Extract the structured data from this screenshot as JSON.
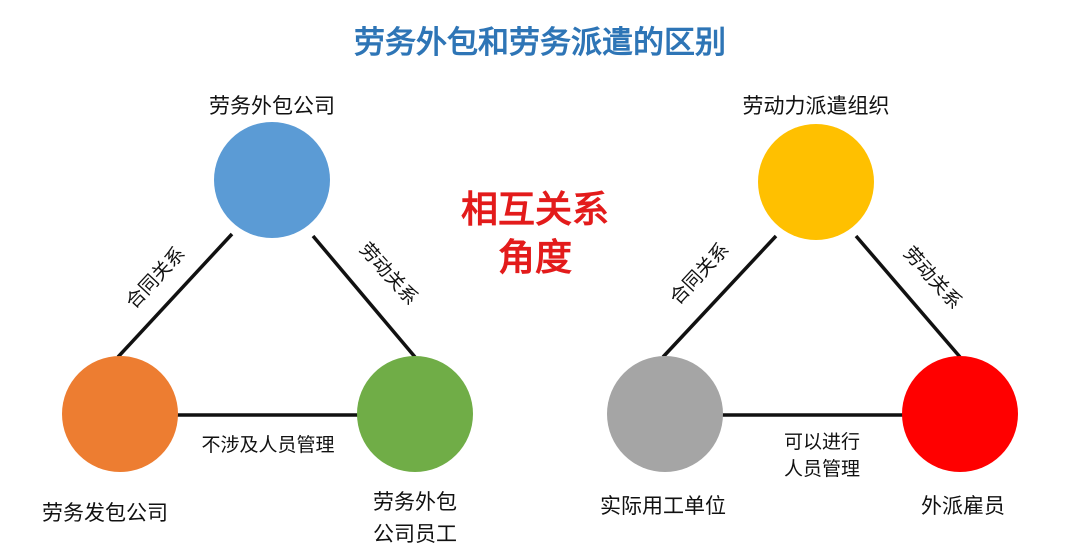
{
  "title": "劳务外包和劳务派遣的区别",
  "center_label": [
    "相互关系",
    "角度"
  ],
  "left_diagram": {
    "top_node": {
      "label": "劳务外包公司",
      "color": "#5b9bd5"
    },
    "left_node": {
      "label": "劳务发包公司",
      "color": "#ed7d31"
    },
    "right_node": {
      "label_lines": [
        "劳务外包",
        "公司员工"
      ],
      "color": "#70ad47"
    },
    "edge_left": "合同关系",
    "edge_right": "劳动关系",
    "edge_bottom": "不涉及人员管理"
  },
  "right_diagram": {
    "top_node": {
      "label": "劳动力派遣组织",
      "color": "#ffc000"
    },
    "left_node": {
      "label": "实际用工单位",
      "color": "#a5a5a5"
    },
    "right_node": {
      "label": "外派雇员",
      "color": "#ff0000"
    },
    "edge_left": "合同关系",
    "edge_right": "劳动关系",
    "edge_bottom_lines": [
      "可以进行",
      "人员管理"
    ]
  }
}
